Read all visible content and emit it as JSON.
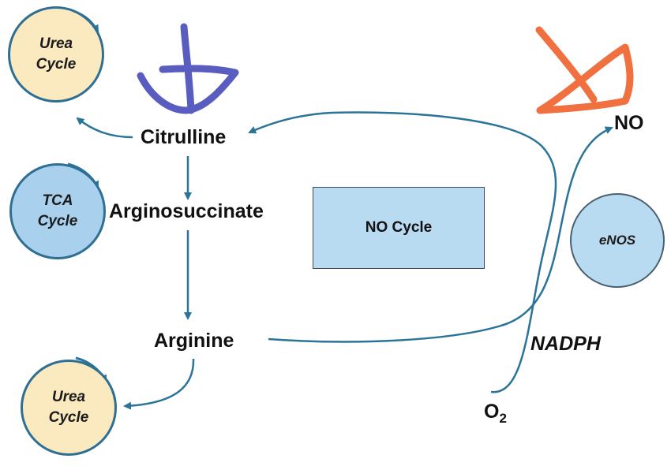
{
  "nodes": {
    "citrulline": "Citrulline",
    "arginosuccinate": "Arginosuccinate",
    "arginine": "Arginine",
    "no": "NO",
    "o2_base": "O",
    "o2_sub": "2",
    "nadph": "NADPH"
  },
  "cycles": {
    "urea_top": [
      "Urea",
      "Cycle"
    ],
    "tca": [
      "TCA",
      "Cycle"
    ],
    "urea_bottom": [
      "Urea",
      "Cycle"
    ],
    "enos": "eNOS"
  },
  "center_box": "NO Cycle",
  "colors": {
    "arrow": "#2a7399",
    "purple_mark": "#5a5dc0",
    "orange_mark": "#f0703f"
  }
}
